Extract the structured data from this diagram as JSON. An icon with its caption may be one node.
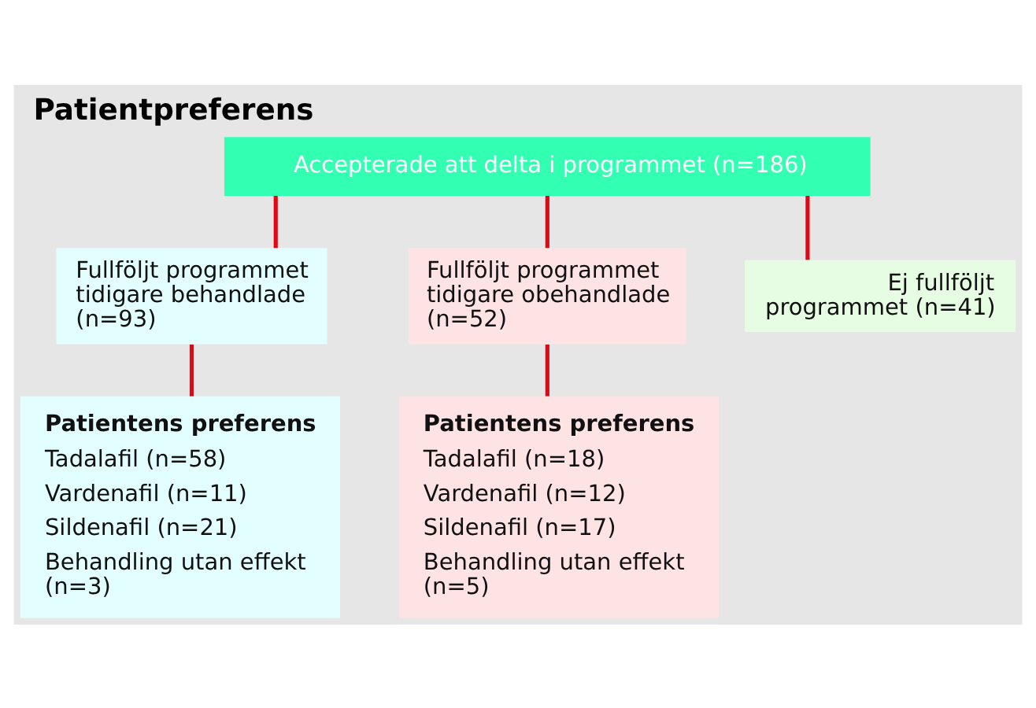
{
  "diagram": {
    "title": "Patientpreferens",
    "nodes": [
      {
        "text": [
          "Accepterade att delta i programmet (n=186)"
        ]
      },
      {
        "text": [
          "Fullföljt programmet tidigare behandlade (n=93)"
        ]
      },
      {
        "text": [
          "Fullföljt programmet tidigare obehandlade (n=52)"
        ]
      },
      {
        "text": [
          "Ej fullföljt programmet (n=41)"
        ]
      },
      {
        "text": [
          "Patientens preferens",
          "Tadalafil (n=58)",
          "Vardenafil (n=11)",
          "Sildenafil (n=21)",
          "Behandling utan effekt (n=3)"
        ]
      },
      {
        "text": [
          "Patientens preferens",
          "Tadalafil (n=18)",
          "Vardenafil (n=12)",
          "Sildenafil (n=17)",
          "Behandling utan effekt (n=5)"
        ]
      }
    ],
    "edges": [
      {
        "from": 0,
        "to": 1,
        "arrow": "none"
      },
      {
        "from": 0,
        "to": 2,
        "arrow": "none"
      },
      {
        "from": 0,
        "to": 3,
        "arrow": "none"
      },
      {
        "from": 1,
        "to": 4,
        "arrow": "none"
      },
      {
        "from": 2,
        "to": 5,
        "arrow": "none"
      }
    ]
  }
}
